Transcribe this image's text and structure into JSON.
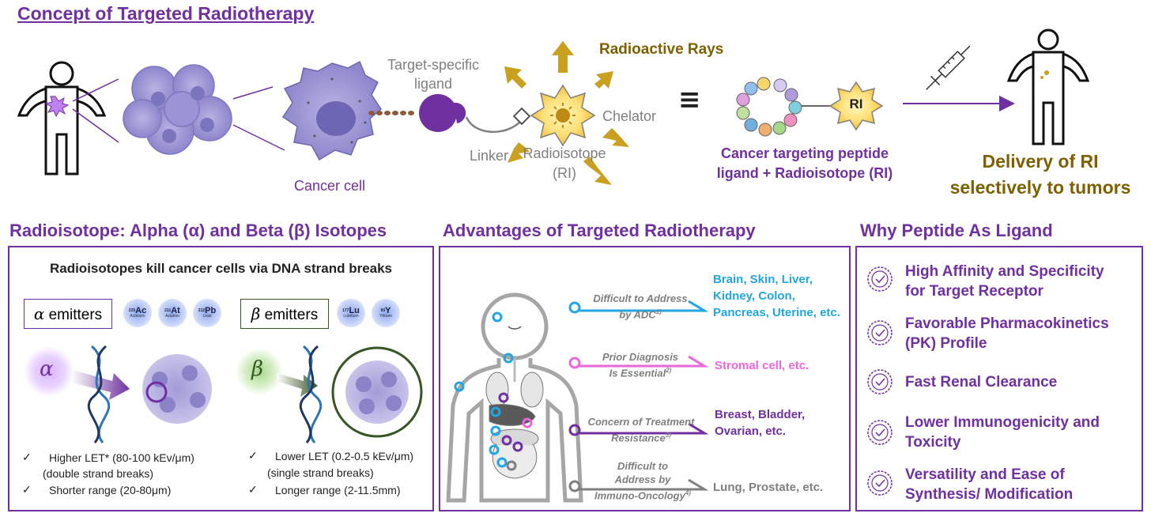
{
  "header": {
    "title": "Concept of Targeted Radiotherapy"
  },
  "concept": {
    "target_ligand": "Target-specific\nligand",
    "radioactive_rays": "Radioactive Rays",
    "chelator": "Chelator",
    "linker": "Linker",
    "radioisotope": "Radioisotope\n(RI)",
    "cancer_cell": "Cancer cell",
    "equals": "≡",
    "ri_badge": "RI",
    "peptide_label": "Cancer targeting peptide\nligand + Radioisotope (RI)",
    "delivery": "Delivery of RI\nselectively to tumors"
  },
  "isotopes": {
    "title": "Radioisotope: Alpha (α) and Beta (β) Isotopes",
    "subtitle": "Radioisotopes kill cancer cells via DNA strand breaks",
    "alpha_label": "emitters",
    "alpha_symbol": "α",
    "beta_label": "emitters",
    "beta_symbol": "β",
    "alpha_isotopes": [
      {
        "sup": "225",
        "sym": "Ac",
        "name": "Actinium"
      },
      {
        "sup": "211",
        "sym": "At",
        "name": "Astatine"
      },
      {
        "sup": "212",
        "sym": "Pb",
        "name": "Lead"
      }
    ],
    "beta_isotopes": [
      {
        "sup": "177",
        "sym": "Lu",
        "name": "Lutetium"
      },
      {
        "sup": "90",
        "sym": "Y",
        "name": "Yttrium"
      }
    ],
    "alpha_points": [
      "Higher LET* (80-100 kEv/μm)",
      "(double strand breaks)",
      "Shorter range (20-80μm)"
    ],
    "beta_points": [
      "Lower LET (0.2-0.5 kEv/μm)",
      "(single strand breaks)",
      "Longer range (2-11.5mm)"
    ],
    "checkmark": "✓"
  },
  "advantages": {
    "title": "Advantages of Targeted Radiotherapy",
    "rows": [
      {
        "question": "Difficult to Address\nby ADC",
        "ref": "1)",
        "answer": "Brain, Skin, Liver,\nKidney, Colon,\nPancreas, Uterine, etc.",
        "color": "#22a6e0"
      },
      {
        "question": "Prior Diagnosis\nIs Essential",
        "ref": "2)",
        "answer": "Stromal cell, etc.",
        "color": "#ee66dd"
      },
      {
        "question": "Concern of Treatment\nResistance",
        "ref": "3)",
        "answer": "Breast, Bladder,\nOvarian, etc.",
        "color": "#7030a0"
      },
      {
        "question": "Difficult to\nAddress by\nImmuno-Oncology",
        "ref": "4)",
        "answer": "Lung, Prostate, etc.",
        "color": "#7f7f7f"
      }
    ]
  },
  "why_peptide": {
    "title": "Why Peptide As Ligand",
    "items": [
      "High Affinity and Specificity\nfor Target Receptor",
      "Favorable Pharmacokinetics\n(PK) Profile",
      "Fast Renal Clearance",
      "Lower Immunogenicity and\nToxicity",
      "Versatility and Ease of\nSynthesis/ Modification"
    ]
  },
  "colors": {
    "purple": "#7030a0",
    "gold": "#7f6000",
    "blue": "#22a6e0",
    "pink": "#ee66dd",
    "grey": "#7f7f7f"
  }
}
